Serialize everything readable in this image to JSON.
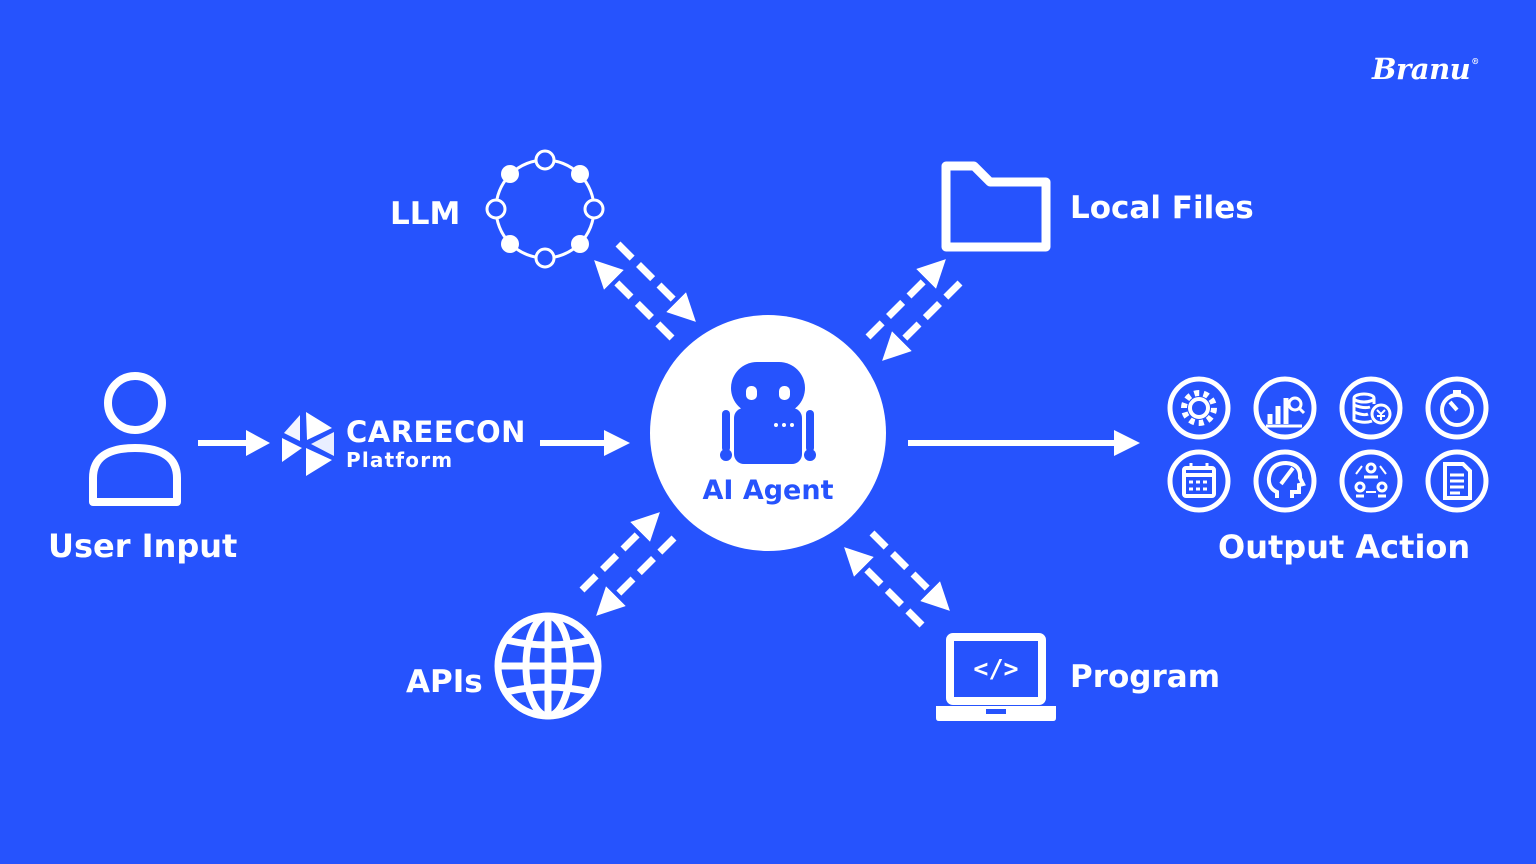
{
  "brand": {
    "logo_text": "Branu",
    "trademark": "®"
  },
  "labels": {
    "llm": "LLM",
    "local_files": "Local Files",
    "user_input": "User Input",
    "platform_name": "CAREECON",
    "platform_sub": "Platform",
    "agent": "AI Agent",
    "apis": "APIs",
    "program": "Program",
    "output": "Output Action",
    "program_code": "</>"
  },
  "output_icons": [
    "gear-icon",
    "bar-chart-search-icon",
    "coins-yen-icon",
    "timer-icon",
    "calendar-icon",
    "head-brain-icon",
    "team-cycle-icon",
    "document-icon"
  ],
  "colors": {
    "background": "#2653fd",
    "foreground": "#ffffff"
  }
}
